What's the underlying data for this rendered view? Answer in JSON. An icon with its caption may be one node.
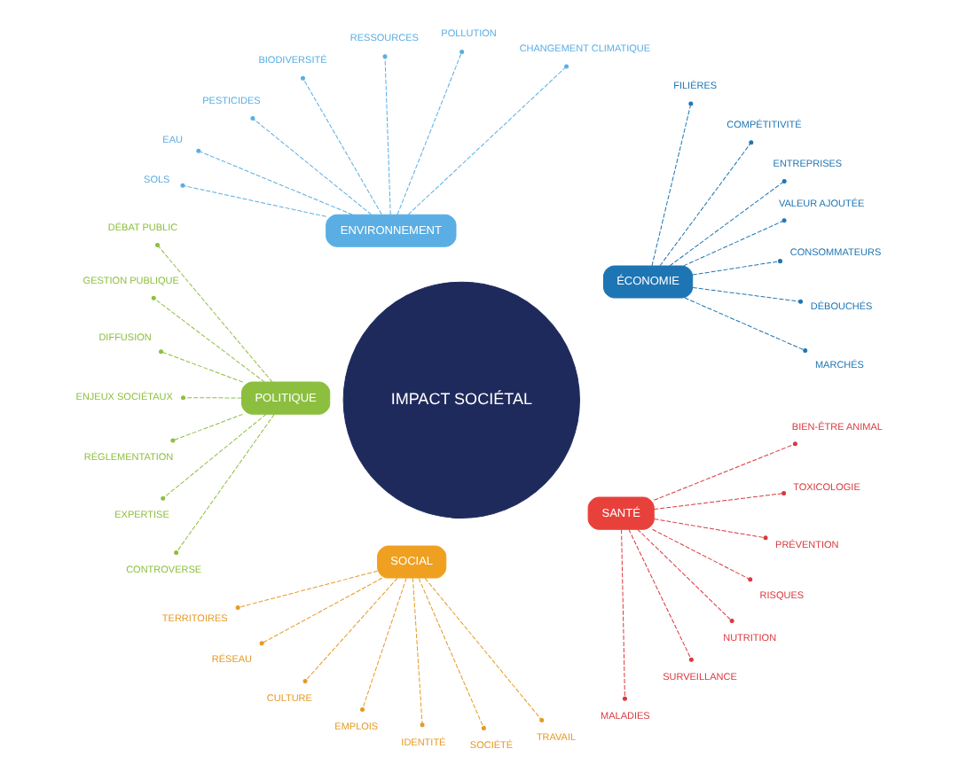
{
  "diagram": {
    "nodes": [
      {
        "text": [
          "IMPACT SOCIÉTAL"
        ]
      },
      {
        "text": [
          "ÉCONOMIE"
        ]
      },
      {
        "text": [
          "ENVIRONNEMENT"
        ]
      },
      {
        "text": [
          "POLITIQUE"
        ]
      },
      {
        "text": [
          "SOCIAL"
        ]
      },
      {
        "text": [
          "SANTÉ"
        ]
      },
      {
        "text": [
          "MARCHÉS"
        ]
      },
      {
        "text": [
          "DÉBOUCHÉS"
        ]
      },
      {
        "text": [
          "CONSOMMATEURS"
        ]
      },
      {
        "text": [
          "VALEUR AJOUTÉE"
        ]
      },
      {
        "text": [
          "ENTREPRISES"
        ]
      },
      {
        "text": [
          "COMPÉTITIVITÉ"
        ]
      },
      {
        "text": [
          "FILIÈRES"
        ]
      },
      {
        "text": [
          "CHANGEMENT CLIMATIQUE"
        ]
      },
      {
        "text": [
          "POLLUTION"
        ]
      },
      {
        "text": [
          "RESSOURCES"
        ]
      },
      {
        "text": [
          "BIODIVERSITÉ"
        ]
      },
      {
        "text": [
          "PESTICIDES"
        ]
      },
      {
        "text": [
          "EAU"
        ]
      },
      {
        "text": [
          "SOLS"
        ]
      },
      {
        "text": [
          "DÉBAT PUBLIC"
        ]
      },
      {
        "text": [
          "GESTION PUBLIQUE"
        ]
      },
      {
        "text": [
          "DIFFUSION"
        ]
      },
      {
        "text": [
          "ENJEUX SOCIÉTAUX"
        ]
      },
      {
        "text": [
          "RÉGLEMENTATION"
        ]
      },
      {
        "text": [
          "EXPERTISE"
        ]
      },
      {
        "text": [
          "CONTROVERSE"
        ]
      },
      {
        "text": [
          "TERRITOIRES"
        ]
      },
      {
        "text": [
          "RÉSEAU"
        ]
      },
      {
        "text": [
          "CULTURE"
        ]
      },
      {
        "text": [
          "EMPLOIS"
        ]
      },
      {
        "text": [
          "IDENTITÉ"
        ]
      },
      {
        "text": [
          "SOCIÉTÉ"
        ]
      },
      {
        "text": [
          "TRAVAIL"
        ]
      },
      {
        "text": [
          "MALADIES"
        ]
      },
      {
        "text": [
          "SURVEILLANCE"
        ]
      },
      {
        "text": [
          "NUTRITION"
        ]
      },
      {
        "text": [
          "RISQUES"
        ]
      },
      {
        "text": [
          "PRÉVENTION"
        ]
      },
      {
        "text": [
          "TOXICOLOGIE"
        ]
      },
      {
        "text": [
          "BIEN-ÊTRE ANIMAL"
        ]
      }
    ],
    "edges": [
      {
        "from": 1,
        "to": 6,
        "arrow": "other",
        "style": "dashed",
        "color": "#1e75b3"
      },
      {
        "from": 1,
        "to": 7,
        "arrow": "other",
        "style": "dashed",
        "color": "#1e75b3"
      },
      {
        "from": 1,
        "to": 8,
        "arrow": "other",
        "style": "dashed",
        "color": "#1e75b3"
      },
      {
        "from": 1,
        "to": 9,
        "arrow": "other",
        "style": "dashed",
        "color": "#1e75b3"
      },
      {
        "from": 1,
        "to": 10,
        "arrow": "other",
        "style": "dashed",
        "color": "#1e75b3"
      },
      {
        "from": 1,
        "to": 11,
        "arrow": "other",
        "style": "dashed",
        "color": "#1e75b3"
      },
      {
        "from": 1,
        "to": 12,
        "arrow": "other",
        "style": "dashed",
        "color": "#1e75b3"
      },
      {
        "from": 2,
        "to": 13,
        "arrow": "other",
        "style": "dashed",
        "color": "#5aaee3"
      },
      {
        "from": 2,
        "to": 14,
        "arrow": "other",
        "style": "dashed",
        "color": "#5aaee3"
      },
      {
        "from": 2,
        "to": 15,
        "arrow": "other",
        "style": "dashed",
        "color": "#5aaee3"
      },
      {
        "from": 2,
        "to": 16,
        "arrow": "other",
        "style": "dashed",
        "color": "#5aaee3"
      },
      {
        "from": 2,
        "to": 17,
        "arrow": "other",
        "style": "dashed",
        "color": "#5aaee3"
      },
      {
        "from": 2,
        "to": 18,
        "arrow": "other",
        "style": "dashed",
        "color": "#5aaee3"
      },
      {
        "from": 2,
        "to": 19,
        "arrow": "other",
        "style": "dashed",
        "color": "#5aaee3"
      },
      {
        "from": 3,
        "to": 20,
        "arrow": "other",
        "style": "dashed",
        "color": "#8cbf3f"
      },
      {
        "from": 3,
        "to": 21,
        "arrow": "other",
        "style": "dashed",
        "color": "#8cbf3f"
      },
      {
        "from": 3,
        "to": 22,
        "arrow": "other",
        "style": "dashed",
        "color": "#8cbf3f"
      },
      {
        "from": 3,
        "to": 23,
        "arrow": "other",
        "style": "dashed",
        "color": "#8cbf3f"
      },
      {
        "from": 3,
        "to": 24,
        "arrow": "other",
        "style": "dashed",
        "color": "#8cbf3f"
      },
      {
        "from": 3,
        "to": 25,
        "arrow": "other",
        "style": "dashed",
        "color": "#8cbf3f"
      },
      {
        "from": 3,
        "to": 26,
        "arrow": "other",
        "style": "dashed",
        "color": "#8cbf3f"
      },
      {
        "from": 4,
        "to": 27,
        "arrow": "other",
        "style": "dashed",
        "color": "#e59a24"
      },
      {
        "from": 4,
        "to": 28,
        "arrow": "other",
        "style": "dashed",
        "color": "#e59a24"
      },
      {
        "from": 4,
        "to": 29,
        "arrow": "other",
        "style": "dashed",
        "color": "#e59a24"
      },
      {
        "from": 4,
        "to": 30,
        "arrow": "other",
        "style": "dashed",
        "color": "#e59a24"
      },
      {
        "from": 4,
        "to": 31,
        "arrow": "other",
        "style": "dashed",
        "color": "#e59a24"
      },
      {
        "from": 4,
        "to": 32,
        "arrow": "other",
        "style": "dashed",
        "color": "#e59a24"
      },
      {
        "from": 4,
        "to": 33,
        "arrow": "other",
        "style": "dashed",
        "color": "#e59a24"
      },
      {
        "from": 5,
        "to": 34,
        "arrow": "other",
        "style": "dashed",
        "color": "#d9393e"
      },
      {
        "from": 5,
        "to": 35,
        "arrow": "other",
        "style": "dashed",
        "color": "#d9393e"
      },
      {
        "from": 5,
        "to": 36,
        "arrow": "other",
        "style": "dashed",
        "color": "#d9393e"
      },
      {
        "from": 5,
        "to": 37,
        "arrow": "other",
        "style": "dashed",
        "color": "#d9393e"
      },
      {
        "from": 5,
        "to": 38,
        "arrow": "other",
        "style": "dashed",
        "color": "#d9393e"
      },
      {
        "from": 5,
        "to": 39,
        "arrow": "other",
        "style": "dashed",
        "color": "#d9393e"
      },
      {
        "from": 5,
        "to": 40,
        "arrow": "other",
        "style": "dashed",
        "color": "#d9393e"
      }
    ]
  }
}
